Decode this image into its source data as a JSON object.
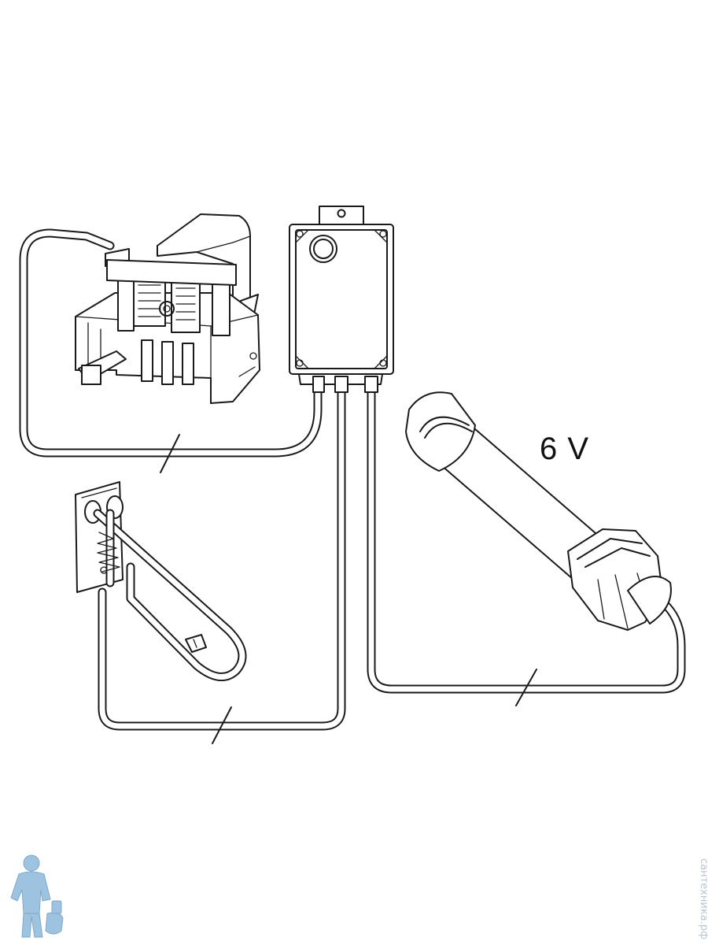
{
  "diagram": {
    "voltage_label": "6 V",
    "components": [
      "control-unit",
      "flush-valve",
      "grab-bar",
      "battery-pack"
    ]
  },
  "watermark": {
    "site_text": "сантехника.рф"
  },
  "colors": {
    "line": "#1a1a1a",
    "watermark": "#b8c6d2",
    "mascot": "#9ec3e0"
  }
}
